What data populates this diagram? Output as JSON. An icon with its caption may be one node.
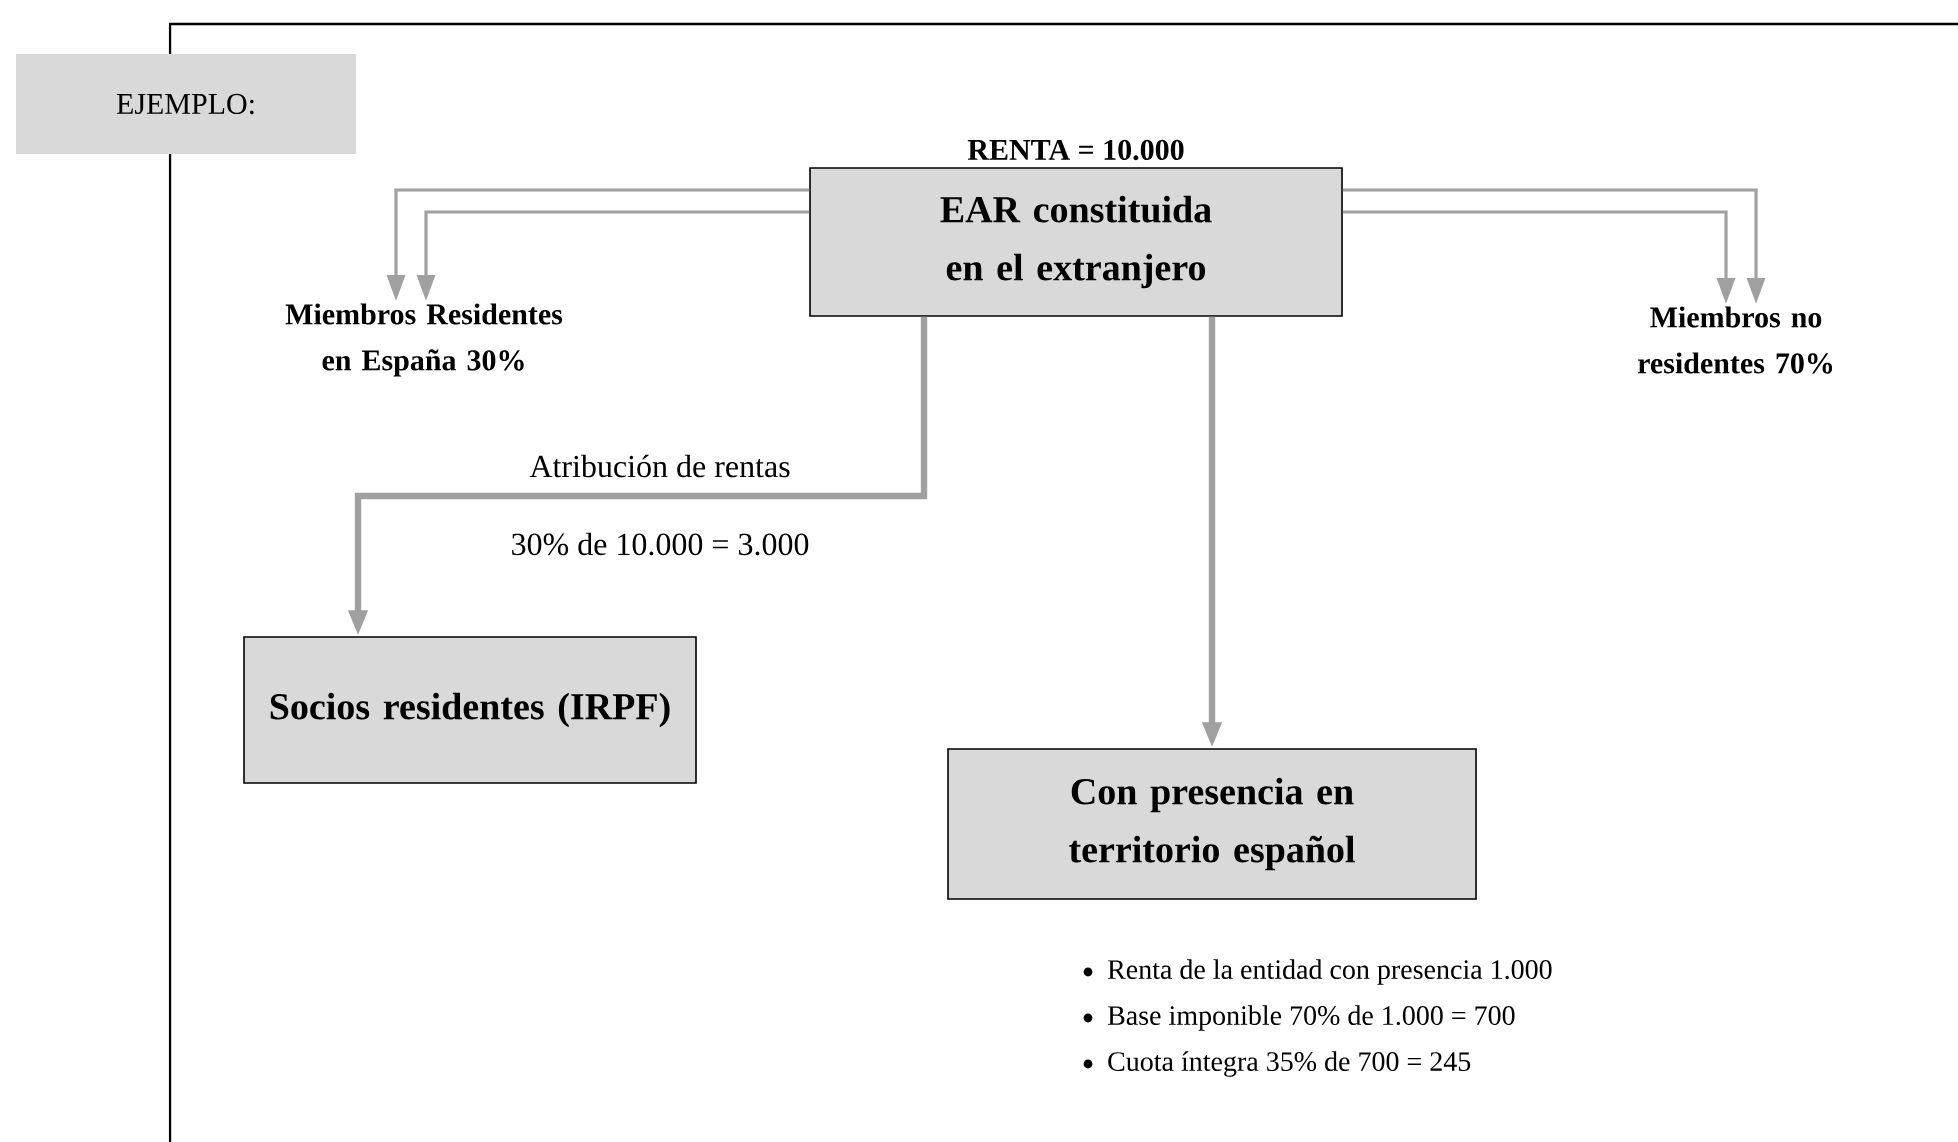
{
  "diagram": {
    "nodes": [
      {
        "text": [
          "EJEMPLO:"
        ]
      },
      {
        "text": [
          "EAR constituida en el extranjero"
        ],
        "beside": [
          "RENTA = 10.000"
        ]
      },
      {
        "text": [
          "Miembros Residentes en España 30%"
        ]
      },
      {
        "text": [
          "Miembros no residentes 70%"
        ]
      },
      {
        "text": [
          "Socios residentes (IRPF)"
        ]
      },
      {
        "text": [
          "Con presencia en territorio español"
        ]
      }
    ],
    "edges": [
      {
        "from": 1,
        "to": 2,
        "arrow": "to"
      },
      {
        "from": 1,
        "to": 2,
        "arrow": "to"
      },
      {
        "from": 1,
        "to": 3,
        "arrow": "to"
      },
      {
        "from": 1,
        "to": 3,
        "arrow": "to"
      },
      {
        "from": 1,
        "to": 4,
        "arrow": "to",
        "label": "Atribución de rentas",
        "style": "thick"
      },
      {
        "from": 1,
        "to": 5,
        "arrow": "to",
        "style": "thick"
      }
    ],
    "labels": [
      "30% de 10.000  = 3.000",
      "Renta de la entidad con presencia 1.000",
      "Base imponible 70% de 1.000  =  700",
      "Cuota íntegra 35% de 700  =  245"
    ]
  }
}
